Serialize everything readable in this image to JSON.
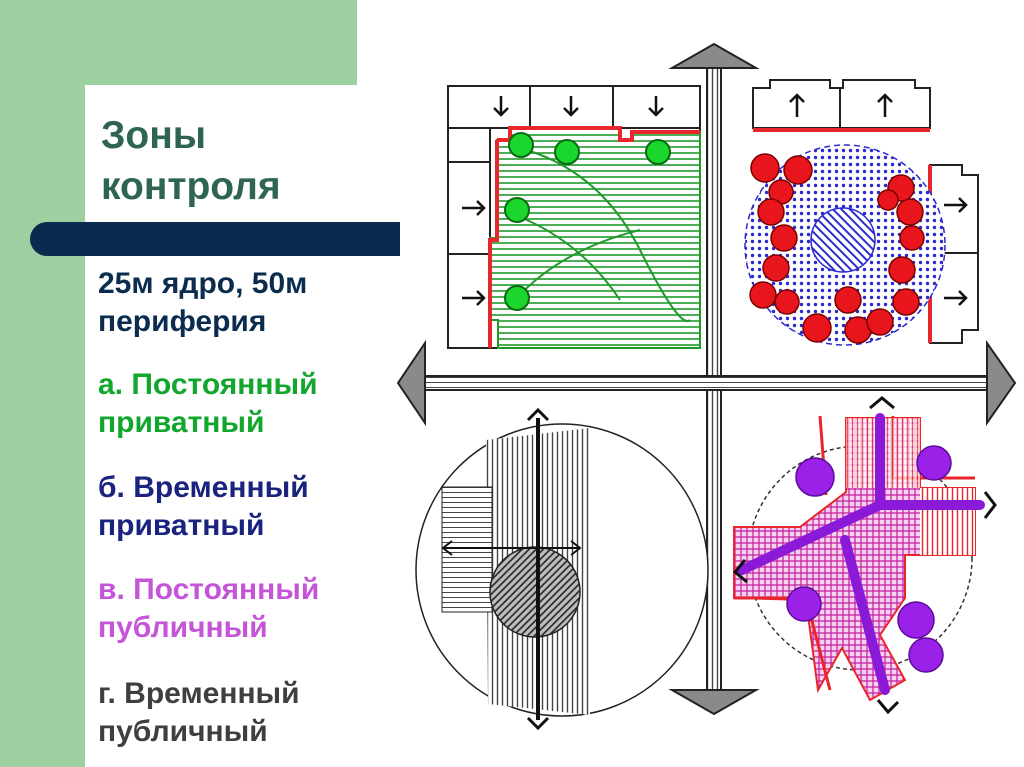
{
  "title": "Зоны\nконтроля",
  "items": [
    {
      "text": "25м ядро, 50м\nпериферия",
      "color": "#0b2c4e"
    },
    {
      "text": "а. Постоянный\nприватный",
      "color": "#11a62c"
    },
    {
      "text": "б. Временный\nприватный",
      "color": "#1a237e"
    },
    {
      "text": "в. Постоянный\nпубличный",
      "color": "#c454d8"
    },
    {
      "text": "г. Временный\nпубличный",
      "color": "#3f3f3f"
    }
  ],
  "colors": {
    "background_accent": "#9dd0a1",
    "title_bar": "#0a2b4e",
    "boundary": "#e8262b",
    "green_zone": "#1f9a2a",
    "blue_zone": "#2a2ad0",
    "purple_zone": "#8a1ad8"
  },
  "icons": [
    "arrow-down-icon",
    "arrow-right-icon",
    "arrow-up-icon",
    "double-arrow-icon"
  ]
}
